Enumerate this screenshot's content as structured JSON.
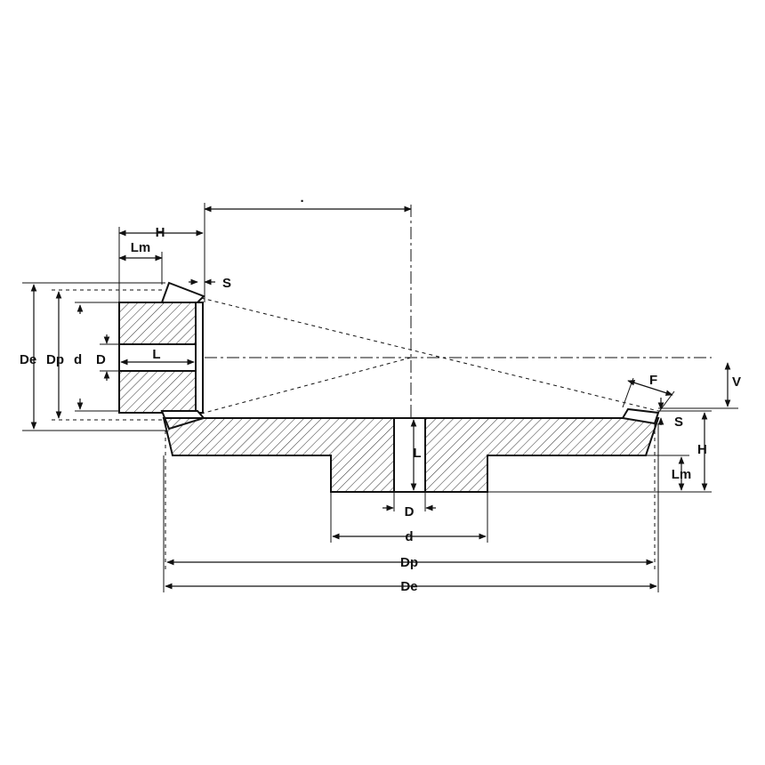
{
  "labels": {
    "H": "H",
    "Lm": "Lm",
    "S": "S",
    "De": "De",
    "Dp": "Dp",
    "d": "d",
    "D": "D",
    "L": "L",
    "F": "F",
    "V": "V",
    "top_dim": "·"
  },
  "colors": {
    "line": "#111111",
    "background": "#ffffff"
  }
}
